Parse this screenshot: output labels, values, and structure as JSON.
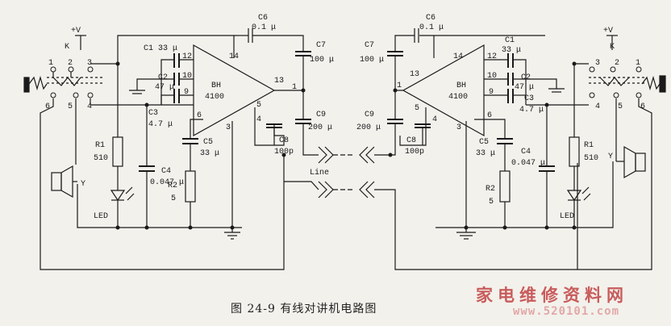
{
  "figure": {
    "caption": "图 24-9   有线对讲机电路图",
    "watermark": "家电维修资料网",
    "site": "www.520101.com"
  },
  "left": {
    "supply": "+V",
    "switch": "K",
    "pins": [
      "1",
      "2",
      "3",
      "4",
      "5",
      "6"
    ],
    "ic_name": "BH",
    "ic_part": "4100",
    "ic_pins": [
      "12",
      "10",
      "9",
      "6",
      "14",
      "13",
      "1",
      "5",
      "4",
      "3"
    ],
    "c1": "C1",
    "c1_val": "33 μ",
    "c2": "C2",
    "c2_val": "47 μ",
    "c3": "C3",
    "c3_val": "4.7 μ",
    "c4": "C4",
    "c4_val": "0.047 μ",
    "c5": "C5",
    "c5_val": "33 μ",
    "c6": "C6",
    "c6_val": "0.1 μ",
    "c7": "C7",
    "c7_val": "100 μ",
    "c8": "C8",
    "c8_val": "100p",
    "c9": "C9",
    "c9_val": "200 μ",
    "r1": "R1",
    "r1_val": "510",
    "r2": "R2",
    "r2_val": "5",
    "led": "LED",
    "speaker": "Y"
  },
  "line_label": "Line",
  "right": {
    "supply": "+V",
    "switch": "K",
    "pins": [
      "1",
      "2",
      "3",
      "4",
      "5",
      "6"
    ],
    "ic_name": "BH",
    "ic_part": "4100",
    "ic_pins": [
      "12",
      "10",
      "9",
      "6",
      "14",
      "13",
      "1",
      "5",
      "4",
      "3"
    ],
    "c1": "C1",
    "c1_val": "33 μ",
    "c2": "C2",
    "c2_val": "47 μ",
    "c3": "C3",
    "c3_val": "4.7 μ",
    "c4": "C4",
    "c4_val": "0.047 μ",
    "c5": "C5",
    "c5_val": "33 μ",
    "c6": "C6",
    "c6_val": "0.1 μ",
    "c7": "C7",
    "c7_val": "100 μ",
    "c8": "C8",
    "c8_val": "100p",
    "c9": "C9",
    "c9_val": "200 μ",
    "r1": "R1",
    "r1_val": "510",
    "r2": "R2",
    "r2_val": "5",
    "led": "LED",
    "speaker": "Y"
  }
}
